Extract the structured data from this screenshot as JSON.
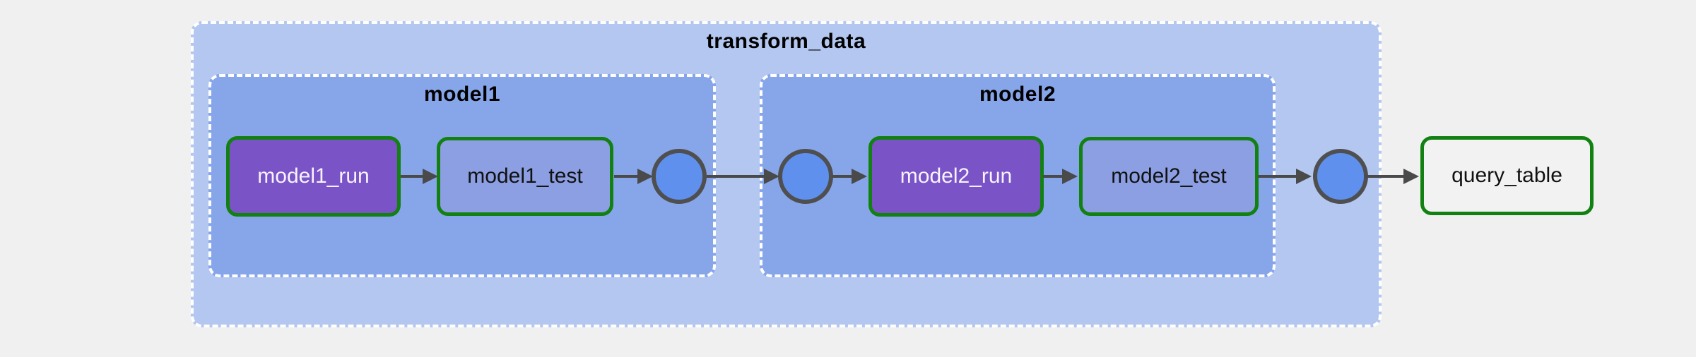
{
  "diagram": {
    "type": "dag-graph",
    "outer_group": {
      "label": "transform_data"
    },
    "groups": [
      {
        "label": "model1",
        "tasks": [
          {
            "label": "model1_run",
            "kind": "run",
            "state_border": "success-green"
          },
          {
            "label": "model1_test",
            "kind": "test",
            "state_border": "success-green"
          }
        ]
      },
      {
        "label": "model2",
        "tasks": [
          {
            "label": "model2_run",
            "kind": "run",
            "state_border": "success-green"
          },
          {
            "label": "model2_test",
            "kind": "test",
            "state_border": "success-green"
          }
        ]
      }
    ],
    "external_task": {
      "label": "query_table",
      "state_border": "success-green"
    },
    "join_nodes": [
      {
        "name": "model1-downstream-join"
      },
      {
        "name": "model2-upstream-join"
      },
      {
        "name": "transform_data-downstream-join"
      }
    ],
    "edges": [
      {
        "from": "model1_run",
        "to": "model1_test"
      },
      {
        "from": "model1_test",
        "to": "model1-downstream-join"
      },
      {
        "from": "model1-downstream-join",
        "to": "model2-upstream-join"
      },
      {
        "from": "model2-upstream-join",
        "to": "model2_run"
      },
      {
        "from": "model2_run",
        "to": "model2_test"
      },
      {
        "from": "model2_test",
        "to": "transform_data-downstream-join"
      },
      {
        "from": "transform_data-downstream-join",
        "to": "query_table"
      }
    ],
    "colors": {
      "page_bg": "#f0f0f1",
      "outer_group_bg": "#b3c7f0",
      "inner_group_bg": "#87a6ea",
      "group_dashed_border": "#ffffff",
      "run_task_bg": "#7a53c6",
      "run_task_text": "#f7f3ff",
      "test_task_bg": "#8c9fe3",
      "test_task_text": "#111111",
      "external_task_bg": "#f2f2f2",
      "task_border_green": "#128112",
      "join_node_fill": "#5f90ee",
      "join_node_border": "#4f4f4f",
      "edge": "#4a4a4a",
      "group_title_text": "#000000"
    }
  }
}
